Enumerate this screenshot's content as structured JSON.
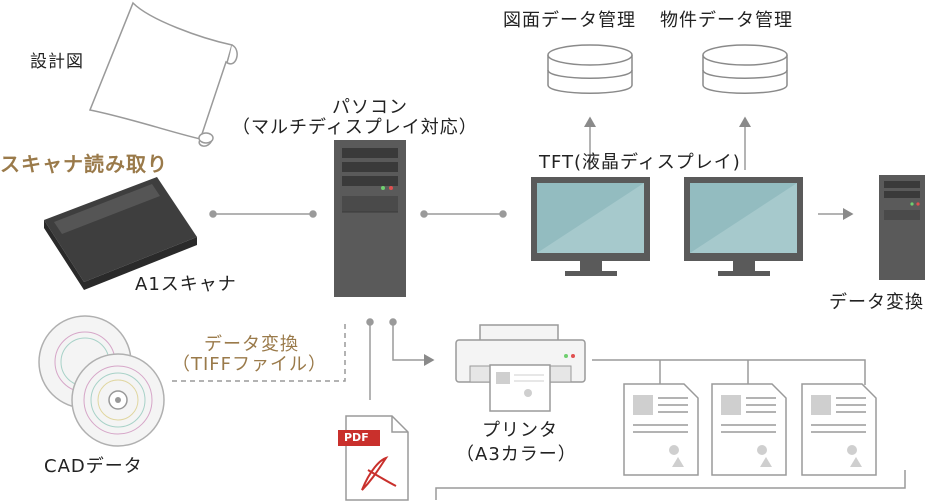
{
  "labels": {
    "blueprint": "設計図",
    "scanner_read": "スキャナ読み取り",
    "scanner": "A1スキャナ",
    "cad_data": "CADデータ",
    "pc_title": "パソコン",
    "pc_sub": "（マルチディスプレイ対応）",
    "data_convert_tiff": "データ変換",
    "tiff_file": "（TIFFファイル）",
    "db1": "図面データ管理",
    "db2": "物件データ管理",
    "tft": "TFT(液晶ディスプレイ)",
    "data_convert": "データ変換",
    "printer": "プリンタ",
    "printer_sub": "（A3カラー）",
    "pdf_badge": "PDF"
  },
  "colors": {
    "label_accent": "#9a7a4a",
    "device_gray": "#5a5a5a",
    "screen": "#93bcc0",
    "line": "#8a8a8a"
  }
}
